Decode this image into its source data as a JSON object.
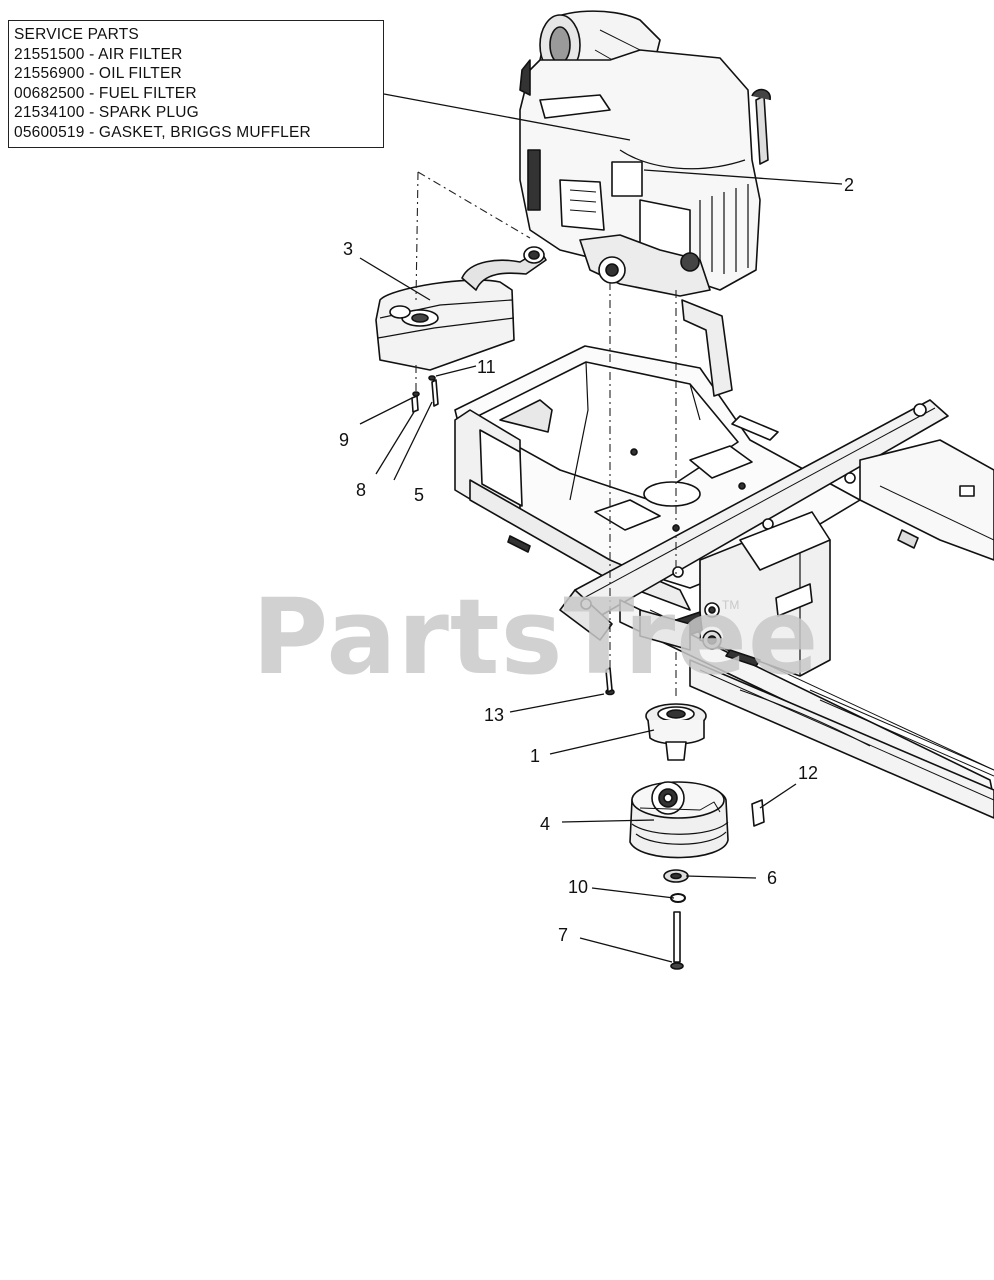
{
  "legend": {
    "heading": "SERVICE PARTS",
    "items": [
      "21551500 - AIR FILTER",
      "21556900 - OIL FILTER",
      "00682500 - FUEL FILTER",
      "21534100 - SPARK PLUG",
      "05600519 - GASKET, BRIGGS MUFFLER"
    ]
  },
  "callouts": {
    "c1": "1",
    "c2": "2",
    "c3": "3",
    "c4": "4",
    "c5": "5",
    "c6": "6",
    "c7": "7",
    "c8": "8",
    "c9": "9",
    "c10": "10",
    "c11": "11",
    "c12": "12",
    "c13": "13"
  },
  "watermark": {
    "text": "PartsTree",
    "tm": "TM"
  }
}
